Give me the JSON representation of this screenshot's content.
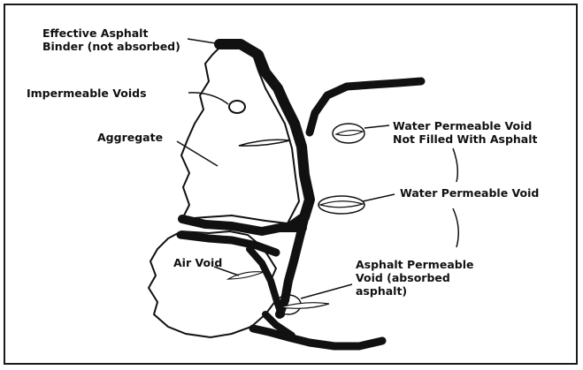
{
  "labels": {
    "effective_binder_line1": "Effective Asphalt",
    "effective_binder_line2": "Binder (not absorbed)",
    "impermeable_voids": "Impermeable Voids",
    "aggregate": "Aggregate",
    "water_permeable_unfilled_line1": "Water Permeable Void",
    "water_permeable_unfilled_line2": "Not Filled With Asphalt",
    "water_permeable_void": "Water Permeable Void",
    "air_void": "Air Void",
    "asphalt_permeable_line1": "Asphalt Permeable",
    "asphalt_permeable_line2": "Void (absorbed",
    "asphalt_permeable_line3": "asphalt)"
  },
  "colors": {
    "ink": "#111111",
    "background": "#ffffff"
  }
}
